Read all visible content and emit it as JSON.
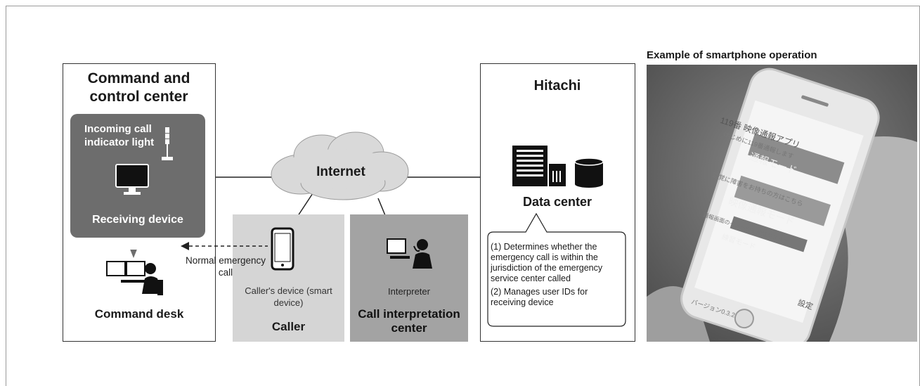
{
  "command_center": {
    "title": "Command and control center",
    "indicator_label": "Incoming call indicator light",
    "receiving_device_label": "Receiving device",
    "command_desk_label": "Command desk"
  },
  "internet": {
    "label": "Internet"
  },
  "normal_call": {
    "label": "Normal emergency call"
  },
  "caller": {
    "device_label": "Caller's device (smart device)",
    "panel_label": "Caller"
  },
  "interpretation": {
    "person_label": "Interpreter",
    "panel_label": "Call interpretation center"
  },
  "hitachi": {
    "title": "Hitachi",
    "data_center_label": "Data center",
    "notes": [
      "(1) Determines whether the emergency call is within the jurisdiction of the emergency service center called",
      "(2) Manages user IDs for receiving device"
    ]
  },
  "photo": {
    "caption": "Example of smartphone operation",
    "screen_title": "119番 映像通報アプリ",
    "screen_hint1": "はじめに119番通報します",
    "mode_button1": "通報モード",
    "screen_hint2": "聴覚に障害をお持ちの方はこちら",
    "mode_button2": "映像通報モード",
    "screen_hint3": "通報画面のイメージを確認できます",
    "mode_button3": "練習モード",
    "settings_label": "設定",
    "version_label": "バージョン0.3.2"
  },
  "colors": {
    "dark_panel": "#6d6d6d",
    "caller_panel": "#d5d5d5",
    "interp_panel": "#a3a3a3",
    "cloud": "#d9d9d9",
    "photo_bg": "#6c6c6c"
  }
}
